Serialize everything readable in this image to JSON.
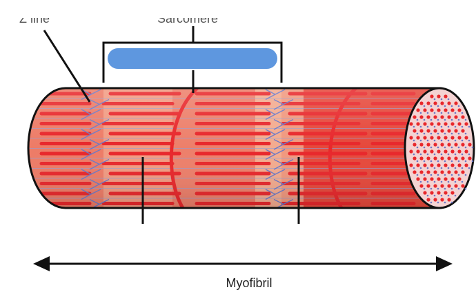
{
  "diagram": {
    "caption": "Myofibril",
    "top_left_label_cut": "Z line",
    "top_center_label_cut": "Sarcomere",
    "colors": {
      "tissue_base": "#e6483b",
      "band_light": "#f6c3a3",
      "thick_filament": "#e8272b",
      "z_line": "#6b78c6",
      "blank_label_box": "#5e97df",
      "end_face": "#f4d3d3",
      "outline": "#111111"
    }
  }
}
